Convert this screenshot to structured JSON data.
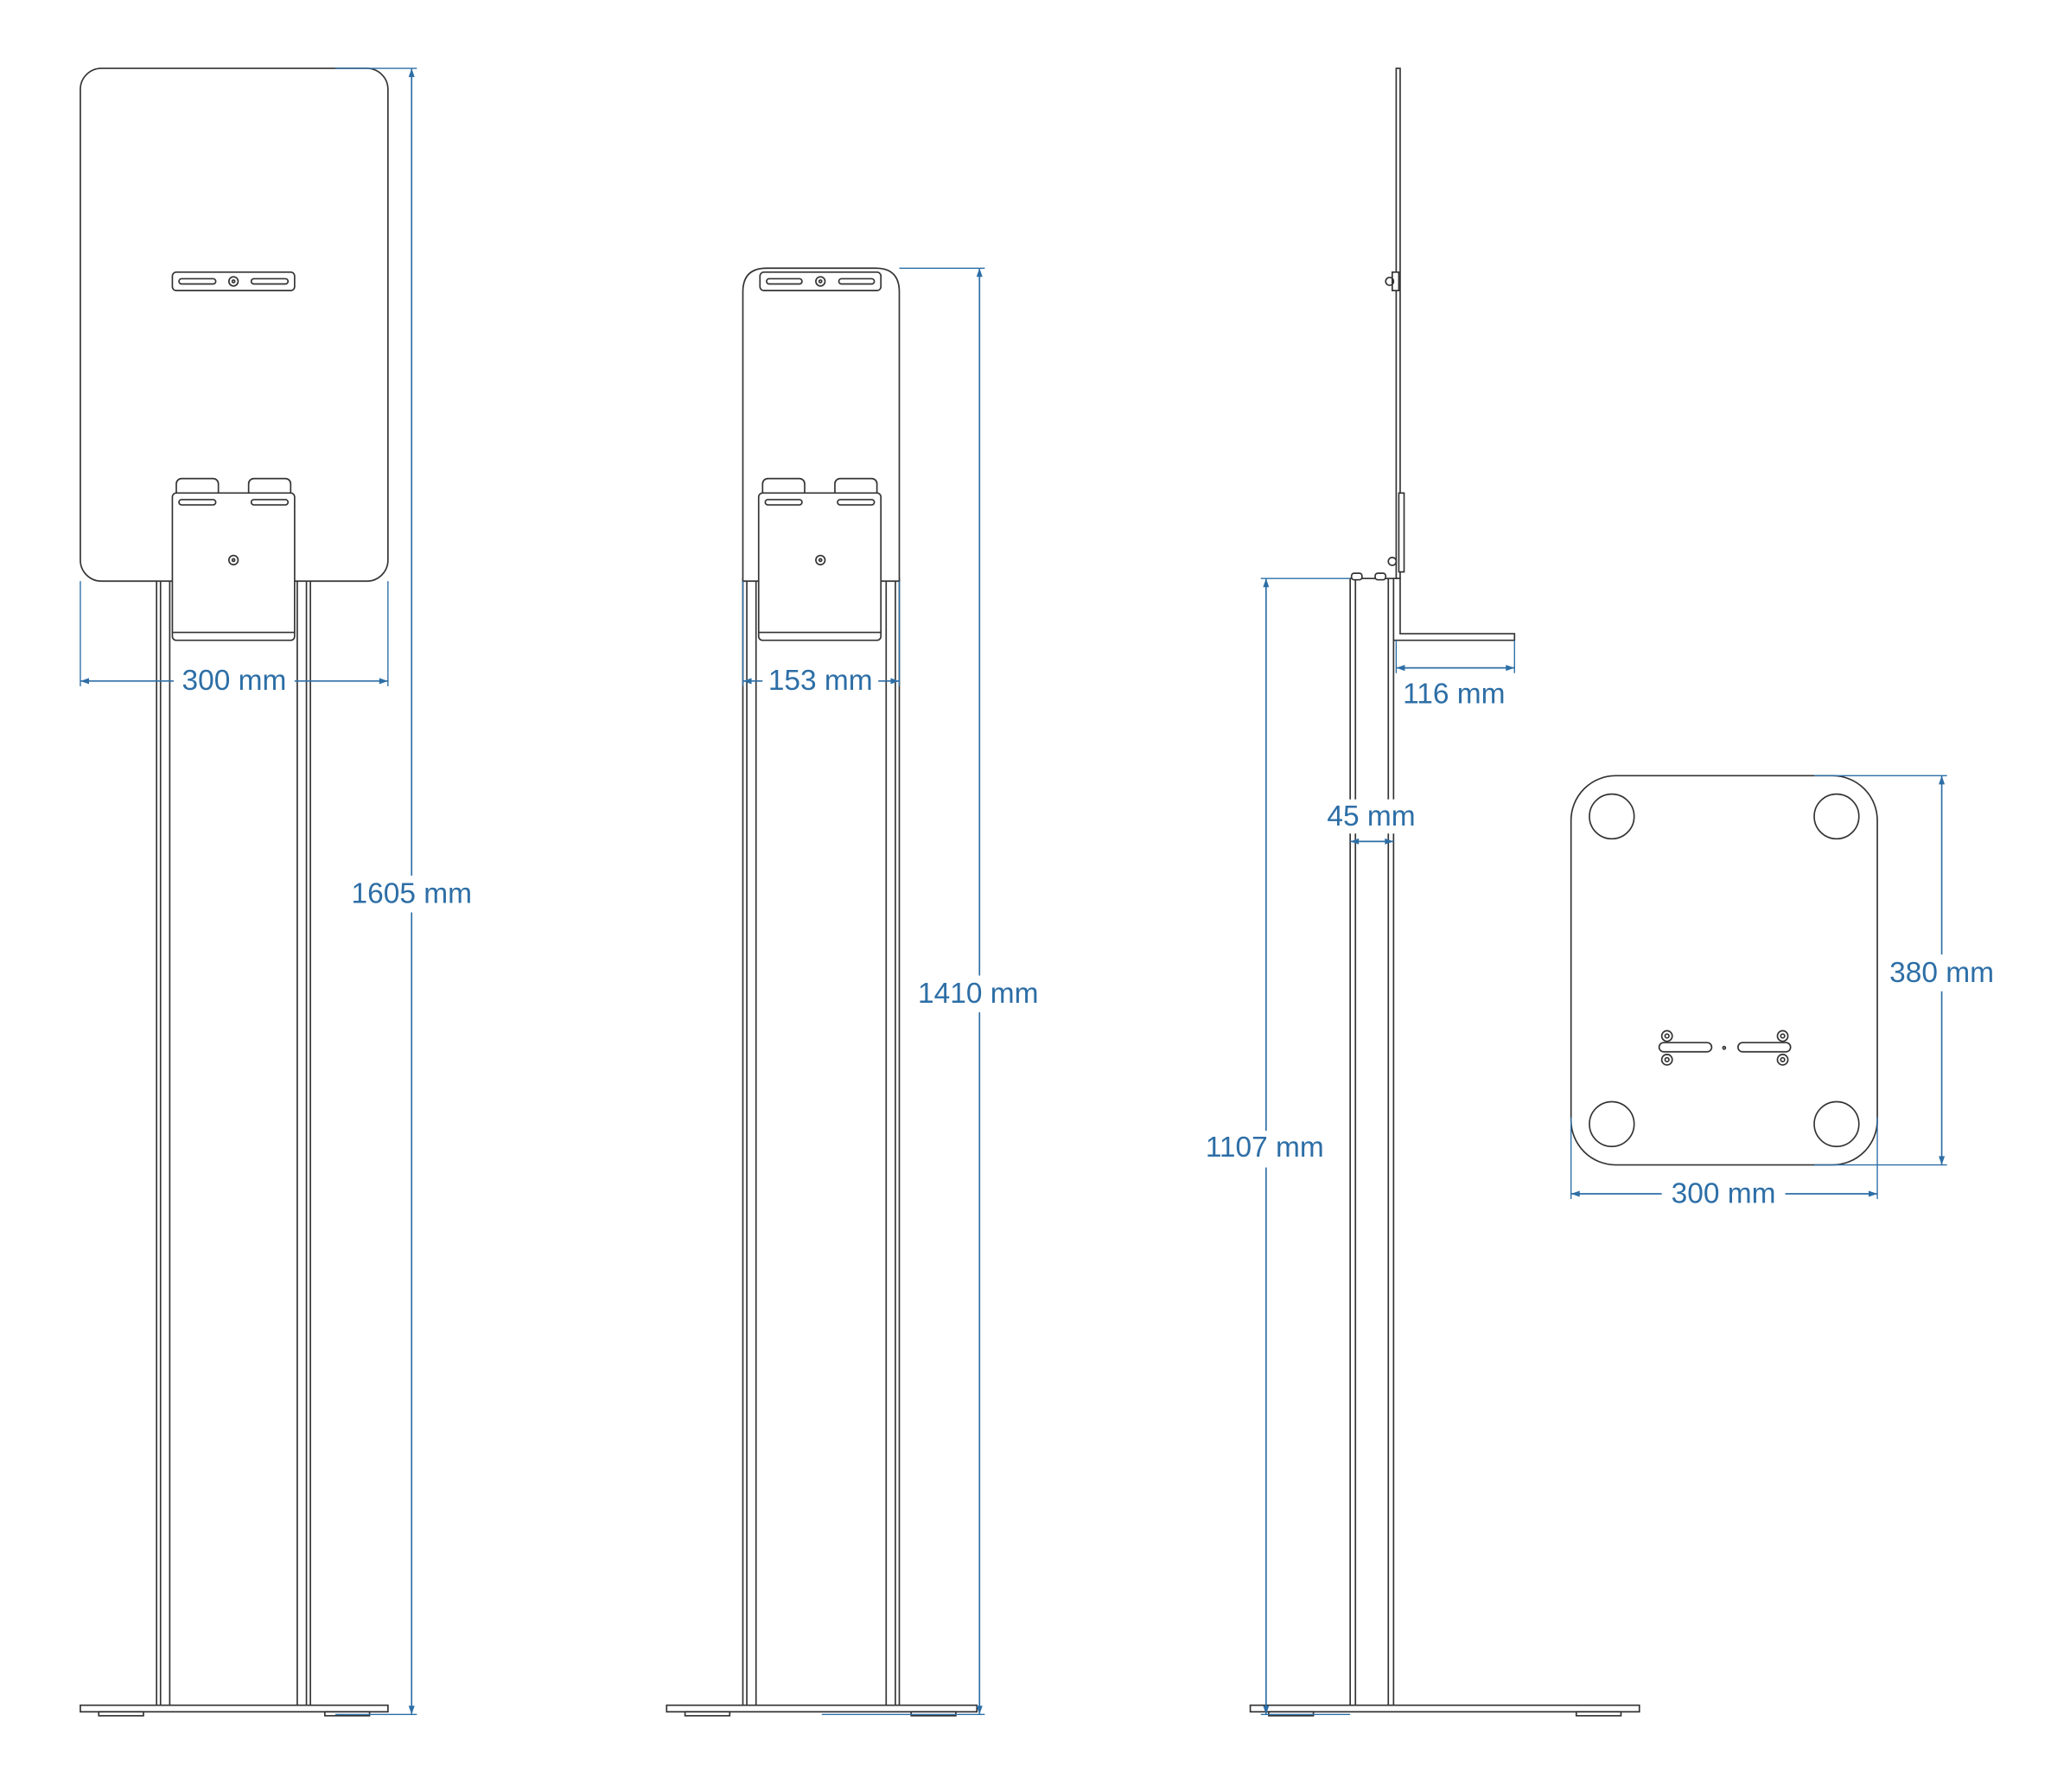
{
  "title": "Stand dimension drawing",
  "dimension_color": "#2d6ea6",
  "views": {
    "front_large": {
      "width_label": "300 mm",
      "height_label": "1605 mm"
    },
    "front_small": {
      "width_label": "153 mm",
      "height_label": "1410 mm"
    },
    "side": {
      "shelf_label": "116 mm",
      "post_depth_label": "45 mm",
      "height_label": "1107 mm"
    },
    "base": {
      "depth_label": "380 mm",
      "width_label": "300 mm"
    }
  }
}
